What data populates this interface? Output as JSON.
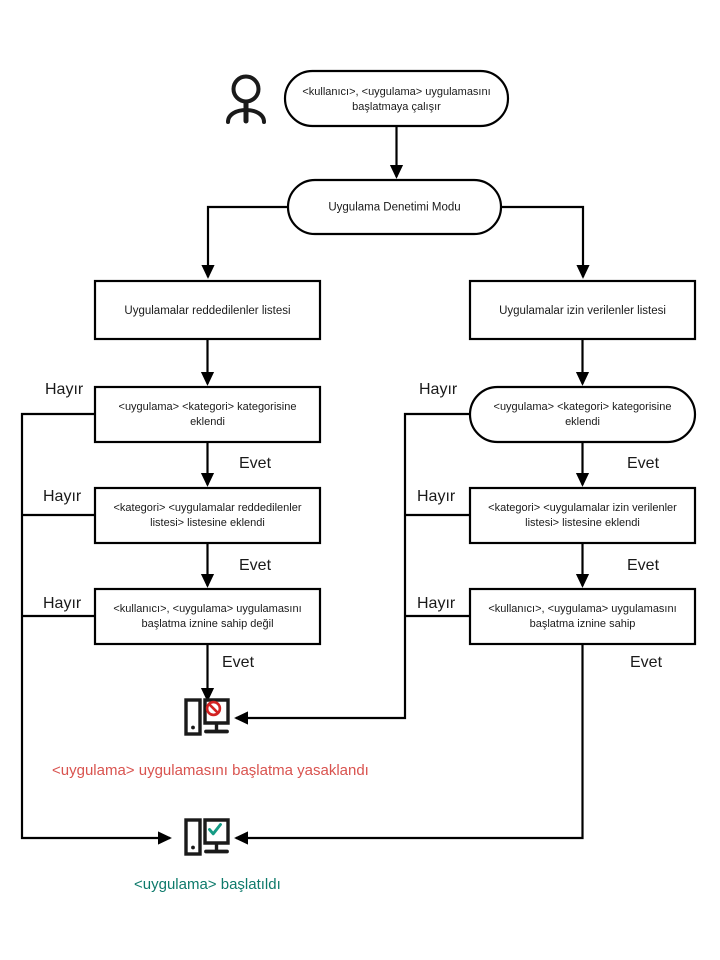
{
  "diagram": {
    "title": "Uygulama Denetimi Modu karar akisi",
    "actor_icon": "person-icon",
    "colors": {
      "deny": "#d9534f",
      "allow": "#0d7a6b",
      "stroke": "#000000",
      "background": "#ffffff"
    },
    "nodes": {
      "start": {
        "shape": "stadium",
        "line1": "<kullanıcı>,  <uygulama> uygulamasını",
        "line2": "başlatmaya çalışır"
      },
      "mode": {
        "shape": "stadium",
        "line1": "Uygulama Denetimi Modu"
      },
      "denylist": {
        "shape": "rect",
        "line1": "Uygulamalar reddedilenler listesi"
      },
      "allowlist": {
        "shape": "rect",
        "line1": "Uygulamalar izin verilenler listesi"
      },
      "deny_category": {
        "shape": "rect",
        "line1": "<uygulama> <kategori> kategorisine",
        "line2": "eklendi"
      },
      "allow_category": {
        "shape": "stadium",
        "line1": "<uygulama> <kategori> kategorisine",
        "line2": "eklendi"
      },
      "deny_list_added": {
        "shape": "rect",
        "line1": "<kategori> <uygulamalar reddedilenler",
        "line2": "listesi> listesine eklendi"
      },
      "allow_list_added": {
        "shape": "rect",
        "line1": "<kategori> <uygulamalar izin verilenler",
        "line2": "listesi> listesine eklendi"
      },
      "deny_permission": {
        "shape": "rect",
        "line1": "<kullanıcı>,  <uygulama> uygulamasını",
        "line2": "başlatma iznine sahip değil"
      },
      "allow_permission": {
        "shape": "rect",
        "line1": "<kullanıcı>,  <uygulama> uygulamasını",
        "line2": "başlatma iznine sahip"
      }
    },
    "edge_labels": {
      "no": "Hayır",
      "yes": "Evet"
    },
    "branches": {
      "left_no_1": "Hayır",
      "left_no_2": "Hayır",
      "left_no_3": "Hayır",
      "left_yes_1": "Evet",
      "left_yes_2": "Evet",
      "left_yes_3": "Evet",
      "right_no_1": "Hayır",
      "right_no_2": "Hayır",
      "right_no_3": "Hayır",
      "right_yes_1": "Evet",
      "right_yes_2": "Evet",
      "right_yes_3": "Evet"
    },
    "outcomes": {
      "blocked": {
        "icon": "monitor-blocked-icon",
        "label": "<uygulama>  uygulamasını  başlatma yasaklandı"
      },
      "started": {
        "icon": "monitor-allowed-icon",
        "label": "<uygulama>  başlatıldı"
      }
    }
  }
}
